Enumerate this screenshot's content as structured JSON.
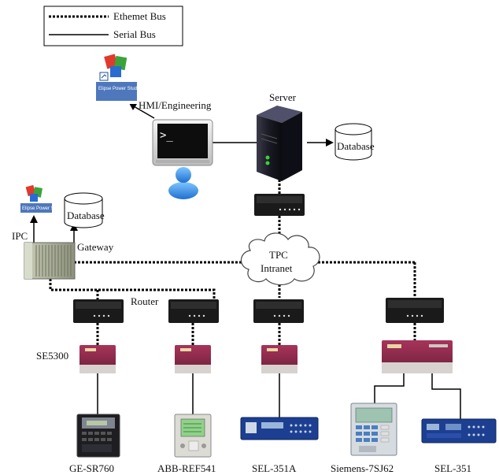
{
  "legend": {
    "ethernet_label": "Ethemet Bus",
    "serial_label": "Serial Bus"
  },
  "nodes": {
    "hmi_label": "HMI/Engineering",
    "server_label": "Server",
    "database_top_label": "Database",
    "database_left_label": "Database",
    "ipc_label": "IPC",
    "gateway_label": "Gateway",
    "router_label": "Router",
    "se5300_label": "SE5300",
    "cloud_line1": "TPC",
    "cloud_line2": "Intranet",
    "app_icon_label_top": "Elipse Power Studio",
    "app_icon_label_left": "Elipse Power Studio"
  },
  "devices": [
    {
      "label": "GE-SR760"
    },
    {
      "label": "ABB-REF541"
    },
    {
      "label": "SEL-351A"
    },
    {
      "label": "Siemens-7SJ62"
    },
    {
      "label": "SEL-351"
    }
  ]
}
